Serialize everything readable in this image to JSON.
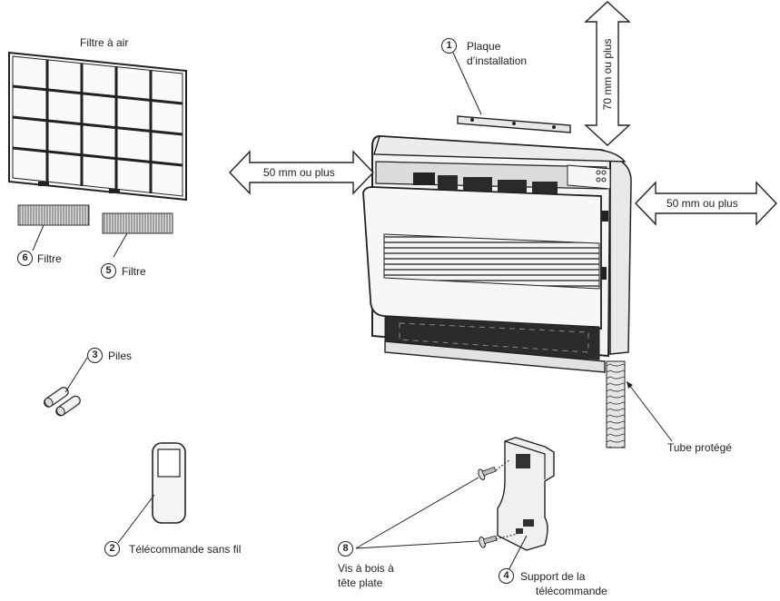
{
  "labels": {
    "air_filter": "Filtre à air",
    "filter_6": "Filtre",
    "filter_5": "Filtre",
    "batteries": "Piles",
    "remote": "Télécommande sans fil",
    "install_plate_l1": "Plaque",
    "install_plate_l2": "d’installation",
    "screws_l1": "Vis à bois à",
    "screws_l2": "tête plate",
    "holder_l1": "Support de la",
    "holder_l2": "télécommande",
    "tube": "Tube protégé",
    "clear_left": "50 mm ou plus",
    "clear_right": "50 mm ou plus",
    "clear_top": "70 mm ou plus"
  },
  "numbers": {
    "n1": "1",
    "n2": "2",
    "n3": "3",
    "n4": "4",
    "n5": "5",
    "n6": "6",
    "n8": "8"
  },
  "colors": {
    "line": "#222222",
    "unit_fill": "#f4f4f4",
    "dark": "#2a2a2a"
  }
}
